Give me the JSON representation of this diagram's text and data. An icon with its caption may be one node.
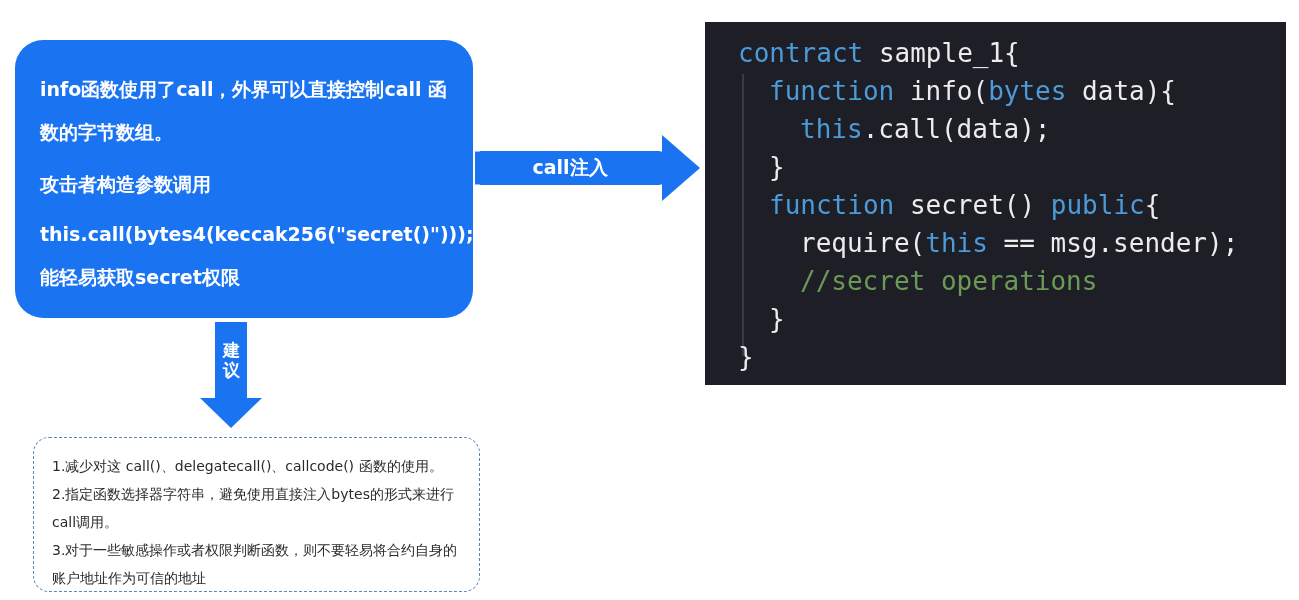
{
  "diagram": {
    "nodes": [
      {
        "text": [
          "info函数使用了call，外界可以直接控制call 函数的字节数组。",
          "攻击者构造参数调用",
          "this.call(bytes4(keccak256(\"secret()\"))); 能轻易获取secret权限"
        ]
      },
      {
        "text": [
          "contract sample_1{",
          "function info(bytes data){",
          "this.call(data);",
          "}",
          "function secret() public{",
          "require(this == msg.sender);",
          "//secret operations",
          "}",
          "}"
        ]
      },
      {
        "text": [
          "1.减少对这 call()、delegatecall()、callcode() 函数的使用。",
          "2.指定函数选择器字符串，避免使用直接注入bytes的形式来进行call调用。",
          "3.对于一些敏感操作或者权限判断函数，则不要轻易将合约自身的账户地址作为可信的地址"
        ]
      }
    ],
    "edges": [
      {
        "from": 0,
        "to": 1,
        "arrow": "to",
        "label": "call注入"
      },
      {
        "from": 0,
        "to": 2,
        "arrow": "to",
        "label": "建议"
      }
    ]
  }
}
